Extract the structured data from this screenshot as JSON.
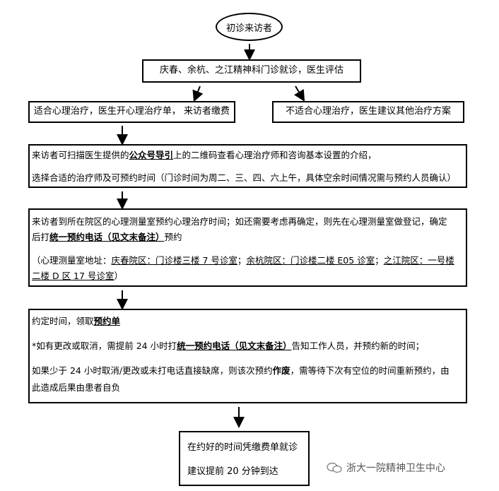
{
  "start": {
    "label": "初诊来访者"
  },
  "step1": {
    "text": "庆春、余杭、之江精神科门诊就诊，医生评估"
  },
  "left_branch": {
    "text": "适合心理治疗，医生开心理治疗单， 来访者缴费"
  },
  "right_branch": {
    "text": "不适合心理治疗，医生建议其他治疗方案"
  },
  "step2": {
    "line1_a": "来访者可扫描医生提供的",
    "line1_bold": "公众号导引",
    "line1_b": "上的二维码查看心理治疗师和咨询基本设置的介绍，",
    "line2": "选择合适的治疗师及可预约时间（门诊时间为周二、三、四、六上午，具体空余时间情况需与预约人员确认）"
  },
  "step3": {
    "line1": "来访者到所在院区的心理测量室预约心理治疗时间；如还需要考虑再确定，则先在心理测量室做登记，确定",
    "line2_a": "后打",
    "line2_bold": "统一预约电话（见文末备注）",
    "line2_b": "预约",
    "addr_prefix": "（心理测量室地址：",
    "addr_qc": "庆春院区：门诊楼三楼 7 号诊室",
    "sep1": "；",
    "addr_yh": "余杭院区：门诊楼二楼 E05 诊室",
    "sep2": "；",
    "addr_zj_a": "之江院区：一号楼",
    "addr_zj_b": "二楼 D 区 17 号诊室",
    "addr_suffix": "）"
  },
  "step4": {
    "line1_a": "约定时间，领取",
    "line1_bold": "预约单",
    "line2_a": "*如有更改或取消，需提前 24 小时打",
    "line2_bold": "统一预约电话（见文末备注）",
    "line2_b": "告知工作人员，并预约新的时间；",
    "line3_a": "如果少于 24 小时取消/更改或未打电话直接缺席，则该次预约",
    "line3_bold": "作废",
    "line3_b": "，需等待下次有空位的时间重新预约，由",
    "line4": "此造成后果由患者自负"
  },
  "step5": {
    "line1": "在约好的时间凭缴费单就诊",
    "line2": "建议提前 20 分钟到达"
  },
  "watermark": {
    "text": "浙大一院精神卫生中心"
  }
}
